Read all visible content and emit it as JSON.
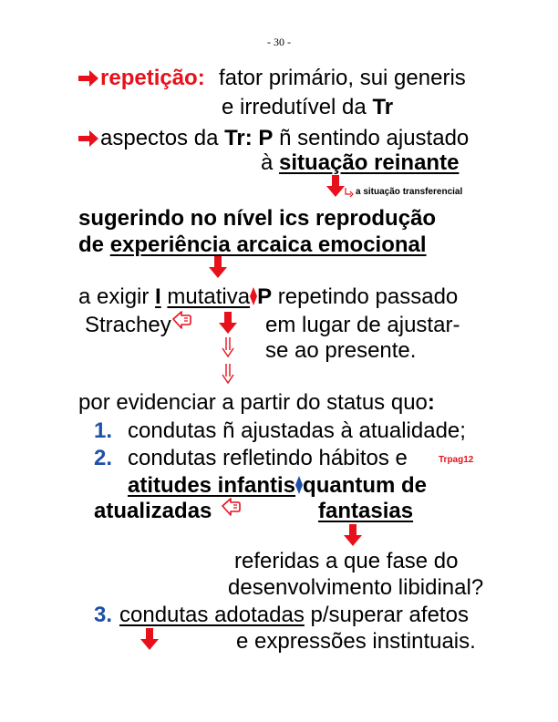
{
  "page_number": "- 30 -",
  "colors": {
    "arrow": "#e8111b",
    "number": "#1f4fa8"
  },
  "lines": {
    "l1_key": "repetição:",
    "l1_rest": "fator primário, sui generis",
    "l2_a": "e irredutível da",
    "l2_b": "Tr",
    "l3_a": "aspectos da",
    "l3_b": "Tr: P",
    "l3_c": "ñ sentindo ajustado",
    "l4_a": "à",
    "l4_b": "situação reinante",
    "note1": "a situação transferencial",
    "l5": "sugerindo no nível ics reprodução",
    "l6_a": "de",
    "l6_b": "experiência arcaica emocional",
    "l7_a": "a exigir",
    "l7_b": "I",
    "l7_c": "mutativa",
    "l7_d": "P",
    "l7_e": "repetindo passado",
    "l8_a": "Strachey",
    "l8_b": "em lugar de ajustar-",
    "l9": "se ao presente.",
    "l10_a": "por evidenciar a partir do status quo",
    "l10_b": ":",
    "item1_num": "1.",
    "item1_text": "condutas ñ ajustadas à atualidade;",
    "item2_num": "2.",
    "item2_text": "condutas refletindo hábitos e",
    "note2": "Trpag12",
    "l12_a": "atitudes infantis",
    "l12_b": "quantum de",
    "l13_a": "atualizadas",
    "l13_b": "fantasias",
    "l14": "referidas a que fase do",
    "l15": "desenvolvimento libidinal?",
    "item3_num": "3.",
    "item3_a": "condutas adotadas",
    "item3_b": "p/superar afetos",
    "l17": "e expressões instintuais."
  },
  "icons": [
    "right-arrow-icon",
    "down-arrow-icon",
    "hollow-down-arrow-icon",
    "hand-pointer-icon",
    "diamond-icon",
    "corner-arrow-icon"
  ]
}
